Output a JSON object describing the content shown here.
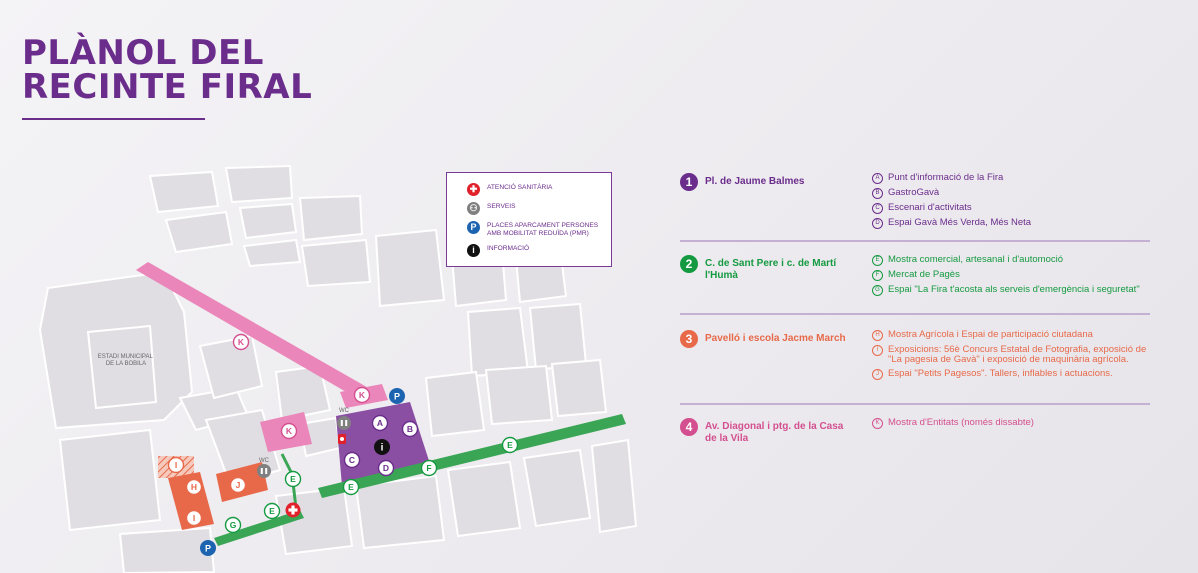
{
  "title": {
    "line1": "PLÀNOL DEL",
    "line2": "RECINTE FIRAL"
  },
  "colors": {
    "purple": "#6b2d8c",
    "green": "#159a41",
    "orange": "#e8694a",
    "pink": "#d44f8f",
    "pink_zone": "#ea86b9",
    "red": "#e0202a"
  },
  "legend": [
    {
      "icon": "red-cross-icon",
      "label": "ATENCIÓ SANITÀRIA"
    },
    {
      "icon": "wc-icon",
      "label": "SERVEIS"
    },
    {
      "icon": "parking-icon",
      "label": "PLACES APARCAMENT PERSONES AMB MOBILITAT REDUÏDA (PMR)"
    },
    {
      "icon": "info-icon",
      "label": "INFORMACIÓ"
    }
  ],
  "map": {
    "stadium_label": "ESTADI MUNICIPAL DE LA BOBILA",
    "wc_label": "WC"
  },
  "zones": [
    {
      "number": "1",
      "name": "Pl. de Jaume Balmes",
      "color": "#6b2d8c",
      "items": [
        {
          "letter": "A",
          "text": "Punt d'informació de la Fira"
        },
        {
          "letter": "B",
          "text": "GastroGavà"
        },
        {
          "letter": "C",
          "text": "Escenari d'activitats"
        },
        {
          "letter": "D",
          "text": "Espai Gavà Més Verda, Més Neta"
        }
      ]
    },
    {
      "number": "2",
      "name": "C. de Sant Pere i c. de Martí l'Humà",
      "color": "#159a41",
      "items": [
        {
          "letter": "E",
          "text": "Mostra comercial, artesanal i d'automoció"
        },
        {
          "letter": "F",
          "text": "Mercat de Pagès"
        },
        {
          "letter": "G",
          "text": "Espai \"La Fira t'acosta als serveis d'emergència i seguretat\""
        }
      ]
    },
    {
      "number": "3",
      "name": "Pavelló i escola Jacme March",
      "color": "#e8694a",
      "items": [
        {
          "letter": "H",
          "text": "Mostra Agrícola i Espai de participació ciutadana"
        },
        {
          "letter": "I",
          "text": "Exposicions: 56è Concurs Estatal de Fotografia, exposició de \"La pagesia de Gavà\" i exposició de maquinària agrícola."
        },
        {
          "letter": "J",
          "text": "Espai \"Petits Pagesos\". Tallers, inflables i actuacions."
        }
      ]
    },
    {
      "number": "4",
      "name": "Av. Diagonal i ptg. de la Casa de la Vila",
      "color": "#d44f8f",
      "items": [
        {
          "letter": "K",
          "text": "Mostra d'Entitats (només dissabte)"
        }
      ]
    }
  ]
}
